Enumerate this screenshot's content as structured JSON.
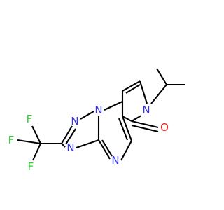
{
  "molecule": {
    "atom_labels": {
      "N_isopropyl": "N",
      "O_carbonyl": "O",
      "N_bridgehead": "N",
      "N_triazole_top": "N",
      "N_triazole_bottom": "N",
      "N_pyrimidine": "N",
      "F_top": "F",
      "F_left": "F",
      "F_bottom": "F"
    },
    "colors": {
      "bond": "#000000",
      "nitrogen": "#3333ee",
      "oxygen": "#ee2222",
      "fluorine": "#33cc33"
    }
  }
}
